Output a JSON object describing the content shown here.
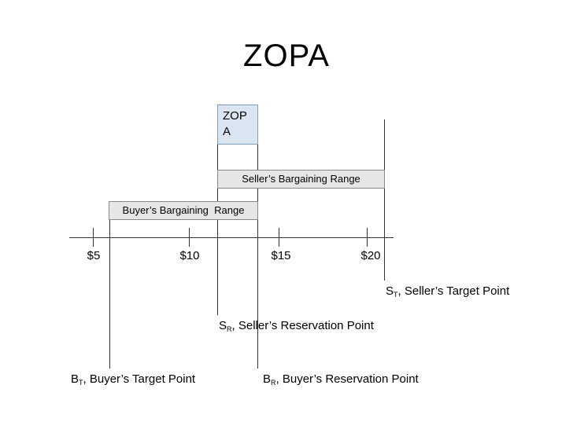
{
  "title": "ZOPA",
  "axis": {
    "ticks": [
      "$5",
      "$10",
      "$15",
      "$20"
    ]
  },
  "zopa_box": {
    "line1": "ZOP",
    "line2": "A"
  },
  "ranges": {
    "seller": "Seller’s Bargaining Range",
    "buyer": "Buyer’s Bargaining  Range"
  },
  "points": {
    "seller_target": {
      "letter": "S",
      "sub": "T",
      "text": ", Seller’s Target Point"
    },
    "seller_reservation": {
      "letter": "S",
      "sub": "R",
      "text": ", Seller’s Reservation Point"
    },
    "buyer_target": {
      "letter": "B",
      "sub": "T",
      "text": ", Buyer’s Target Point"
    },
    "buyer_reservation": {
      "letter": "B",
      "sub": "R",
      "text": ", Buyer’s Reservation Point"
    }
  }
}
